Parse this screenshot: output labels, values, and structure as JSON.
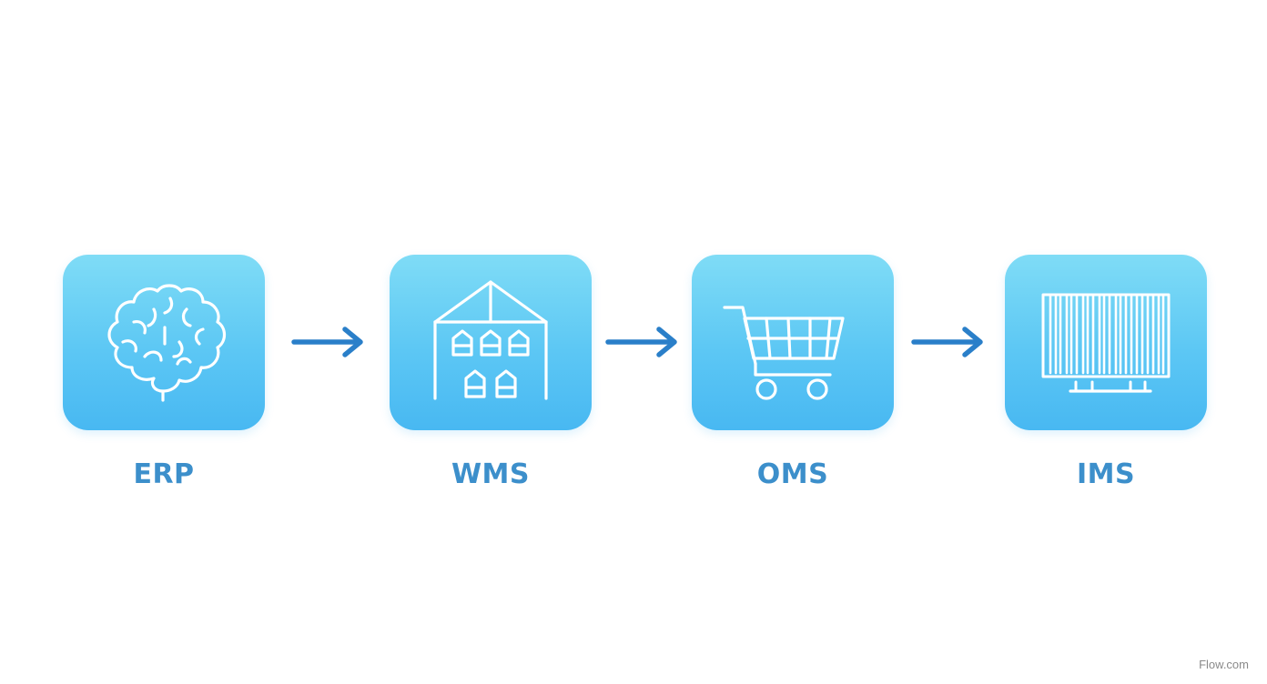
{
  "steps": [
    {
      "label": "ERP",
      "icon": "brain-icon"
    },
    {
      "label": "WMS",
      "icon": "warehouse-icon"
    },
    {
      "label": "OMS",
      "icon": "shopping-cart-icon"
    },
    {
      "label": "IMS",
      "icon": "barcode-icon"
    }
  ],
  "connectors": [
    {
      "icon": "arrow-right-icon"
    },
    {
      "icon": "arrow-right-icon"
    },
    {
      "icon": "arrow-right-icon"
    }
  ],
  "colors": {
    "tile_top": "#7fdcf6",
    "tile_bottom": "#48b8f2",
    "label": "#3c8fcb",
    "arrow": "#2a7fc9",
    "icon_stroke": "#ffffff"
  },
  "watermark": "Flow.com"
}
